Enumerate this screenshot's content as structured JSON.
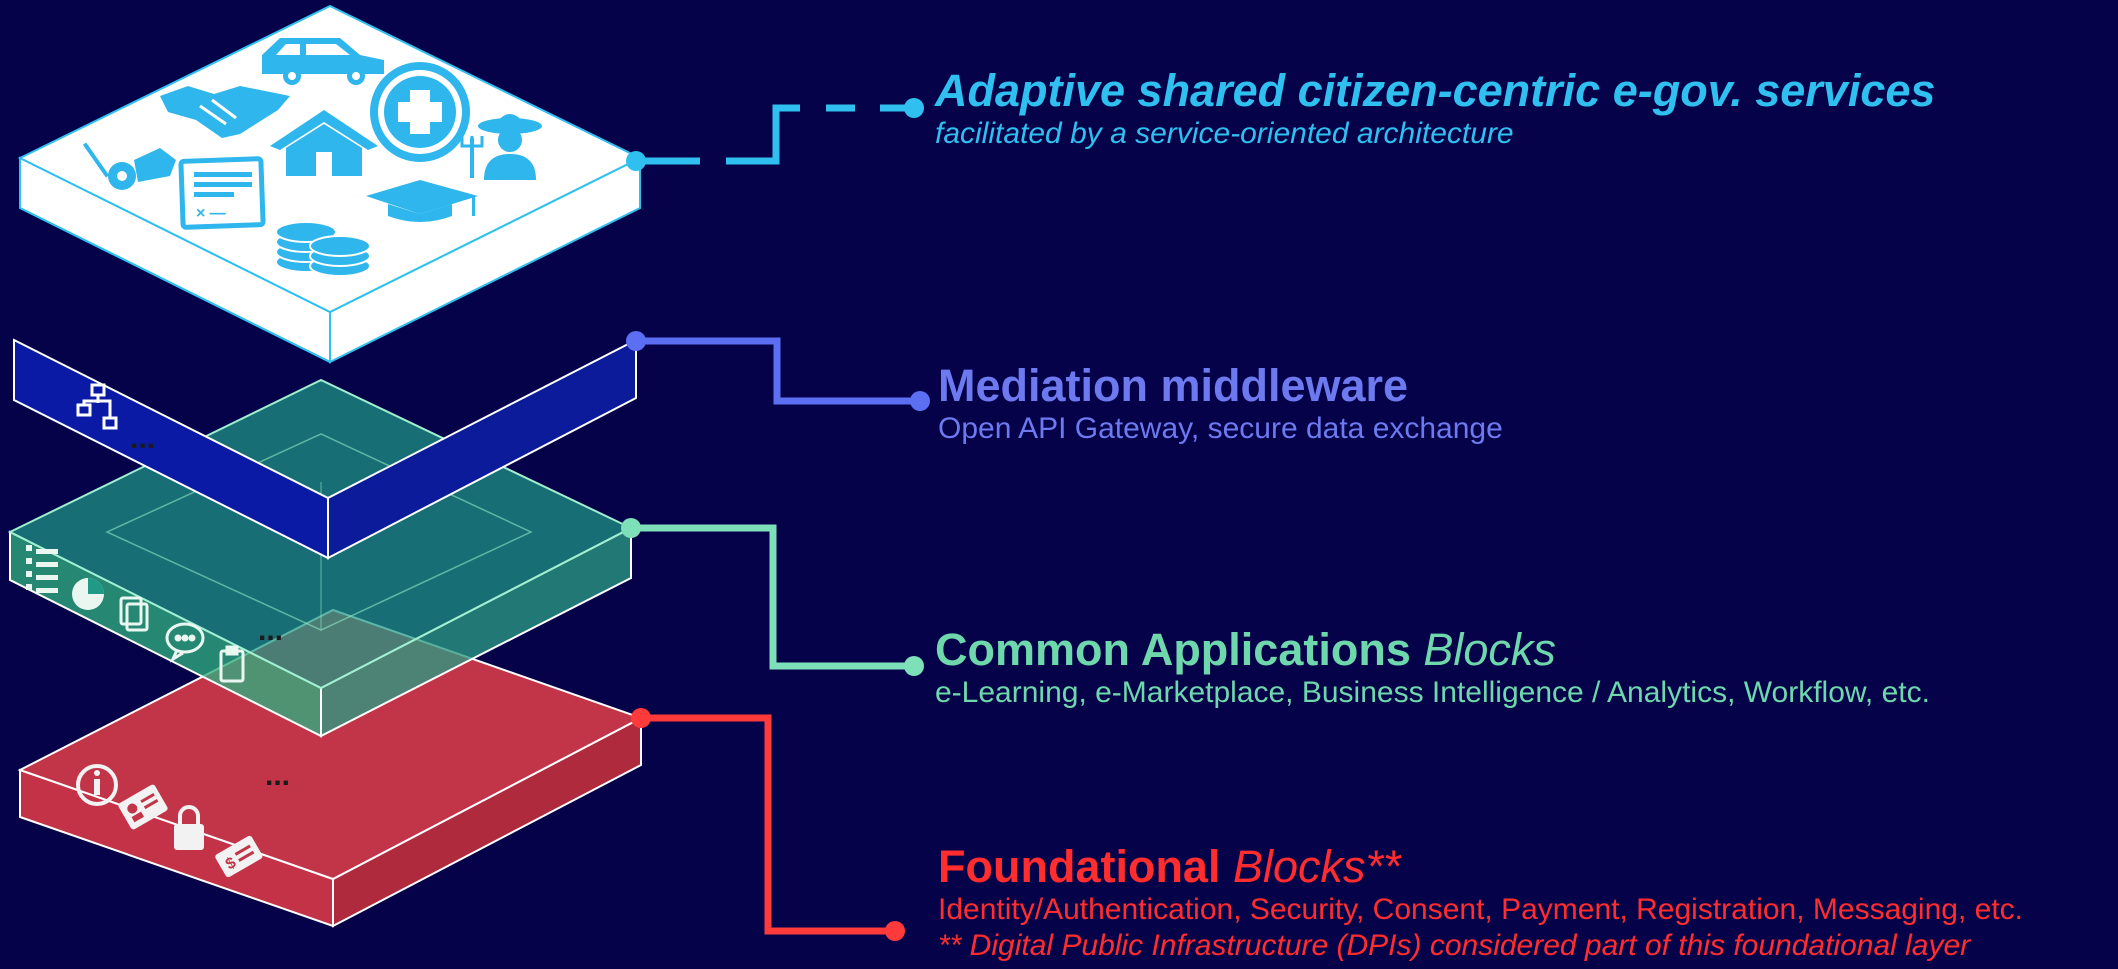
{
  "layers": [
    {
      "id": "services",
      "title": "Adaptive shared citizen-centric e-gov. services",
      "title_em": "",
      "subtitle": "facilitated by a service-oriented architecture",
      "color": "#2fc0f0",
      "icons": [
        "car-icon",
        "handshake-icon",
        "medical-cross-icon",
        "tractor-icon",
        "house-icon",
        "farmer-icon",
        "document-icon",
        "graduation-cap-icon",
        "coins-icon"
      ]
    },
    {
      "id": "middleware",
      "title": "Mediation middleware",
      "title_em": "",
      "subtitle": "Open API Gateway, secure data exchange",
      "color": "#6d79ee",
      "icons": [
        "network-icon",
        "ellipsis-icon"
      ],
      "ellipsis": "..."
    },
    {
      "id": "applications",
      "title": "Common Applications ",
      "title_em": "Blocks",
      "subtitle": "e-Learning, e-Marketplace, Business Intelligence / Analytics, Workflow, etc.",
      "color": "#6ed8ac",
      "icons": [
        "list-icon",
        "pie-chart-icon",
        "documents-icon",
        "chat-icon",
        "clipboard-icon",
        "ellipsis-icon"
      ],
      "ellipsis": "..."
    },
    {
      "id": "foundational",
      "title": "Foundational ",
      "title_em": "Blocks**",
      "subtitle": "Identity/Authentication, Security, Consent, Payment, Registration, Messaging, etc.",
      "subtitle2": "** Digital Public Infrastructure (DPIs) considered part of this foundational layer",
      "color": "#ff2d2d",
      "icons": [
        "info-icon",
        "id-card-icon",
        "lock-icon",
        "payment-icon",
        "ellipsis-icon"
      ],
      "ellipsis": "..."
    }
  ]
}
